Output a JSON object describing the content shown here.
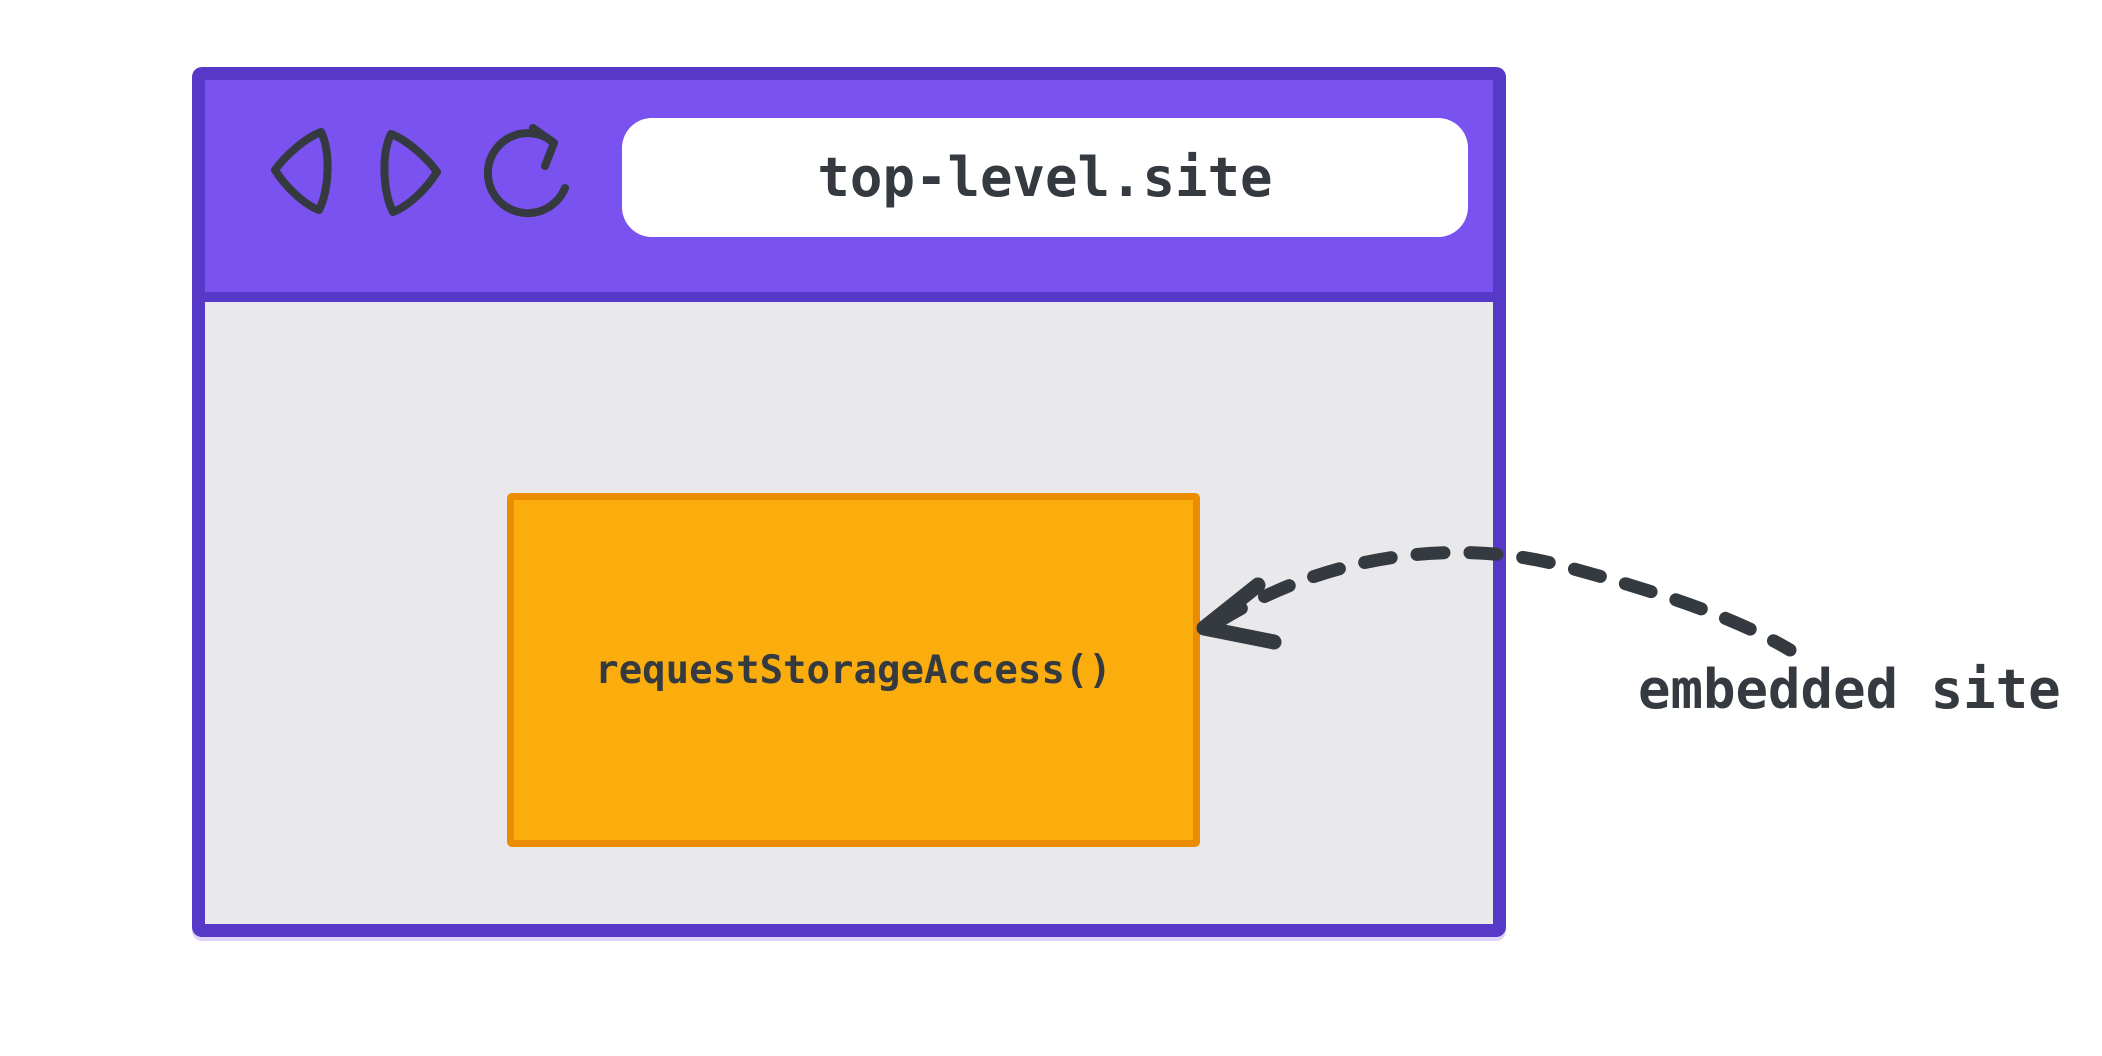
{
  "diagram": {
    "browser_window": {
      "toolbar": {
        "nav_icons": [
          {
            "name": "back-icon",
            "shape": "hand-drawn left-pointing triangle outline"
          },
          {
            "name": "forward-icon",
            "shape": "hand-drawn right-pointing triangle outline"
          },
          {
            "name": "refresh-icon",
            "shape": "hand-drawn circular arrow, clockwise, arrowhead top-right"
          }
        ],
        "address_bar": {
          "value": "top-level.site"
        }
      },
      "content": {
        "embedded_frame": {
          "label": "requestStorageAccess()"
        }
      }
    },
    "annotation": {
      "label": "embedded site",
      "arrow": "dashed curved arrow from label area pointing left to the embedded frame's right edge"
    },
    "colors": {
      "page_bg": "#FFFFFF",
      "toolbar_purple": "#7A52EF",
      "window_border_purple": "#5639C6",
      "content_gray": "#E9E9EC",
      "frame_orange_fill": "#FBAD0D",
      "frame_orange_border": "#EB8D03",
      "address_bar_bg": "#FFFFFF",
      "ink_dark": "#343A40"
    }
  }
}
